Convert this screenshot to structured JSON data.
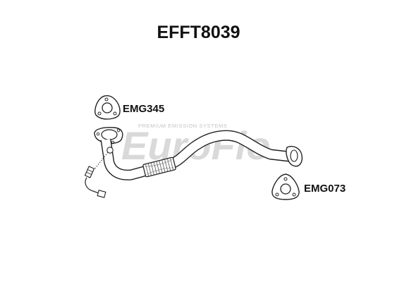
{
  "title": "EFFT8039",
  "parts": [
    {
      "code": "EMG345",
      "icon": "gasket-triangle-icon"
    },
    {
      "code": "EMG073",
      "icon": "gasket-triangle-icon"
    }
  ],
  "logo": {
    "brand": "EuroFlo",
    "tagline": "PREMIUM EMISSION SYSTEMS",
    "color": "#d9d9d9"
  }
}
